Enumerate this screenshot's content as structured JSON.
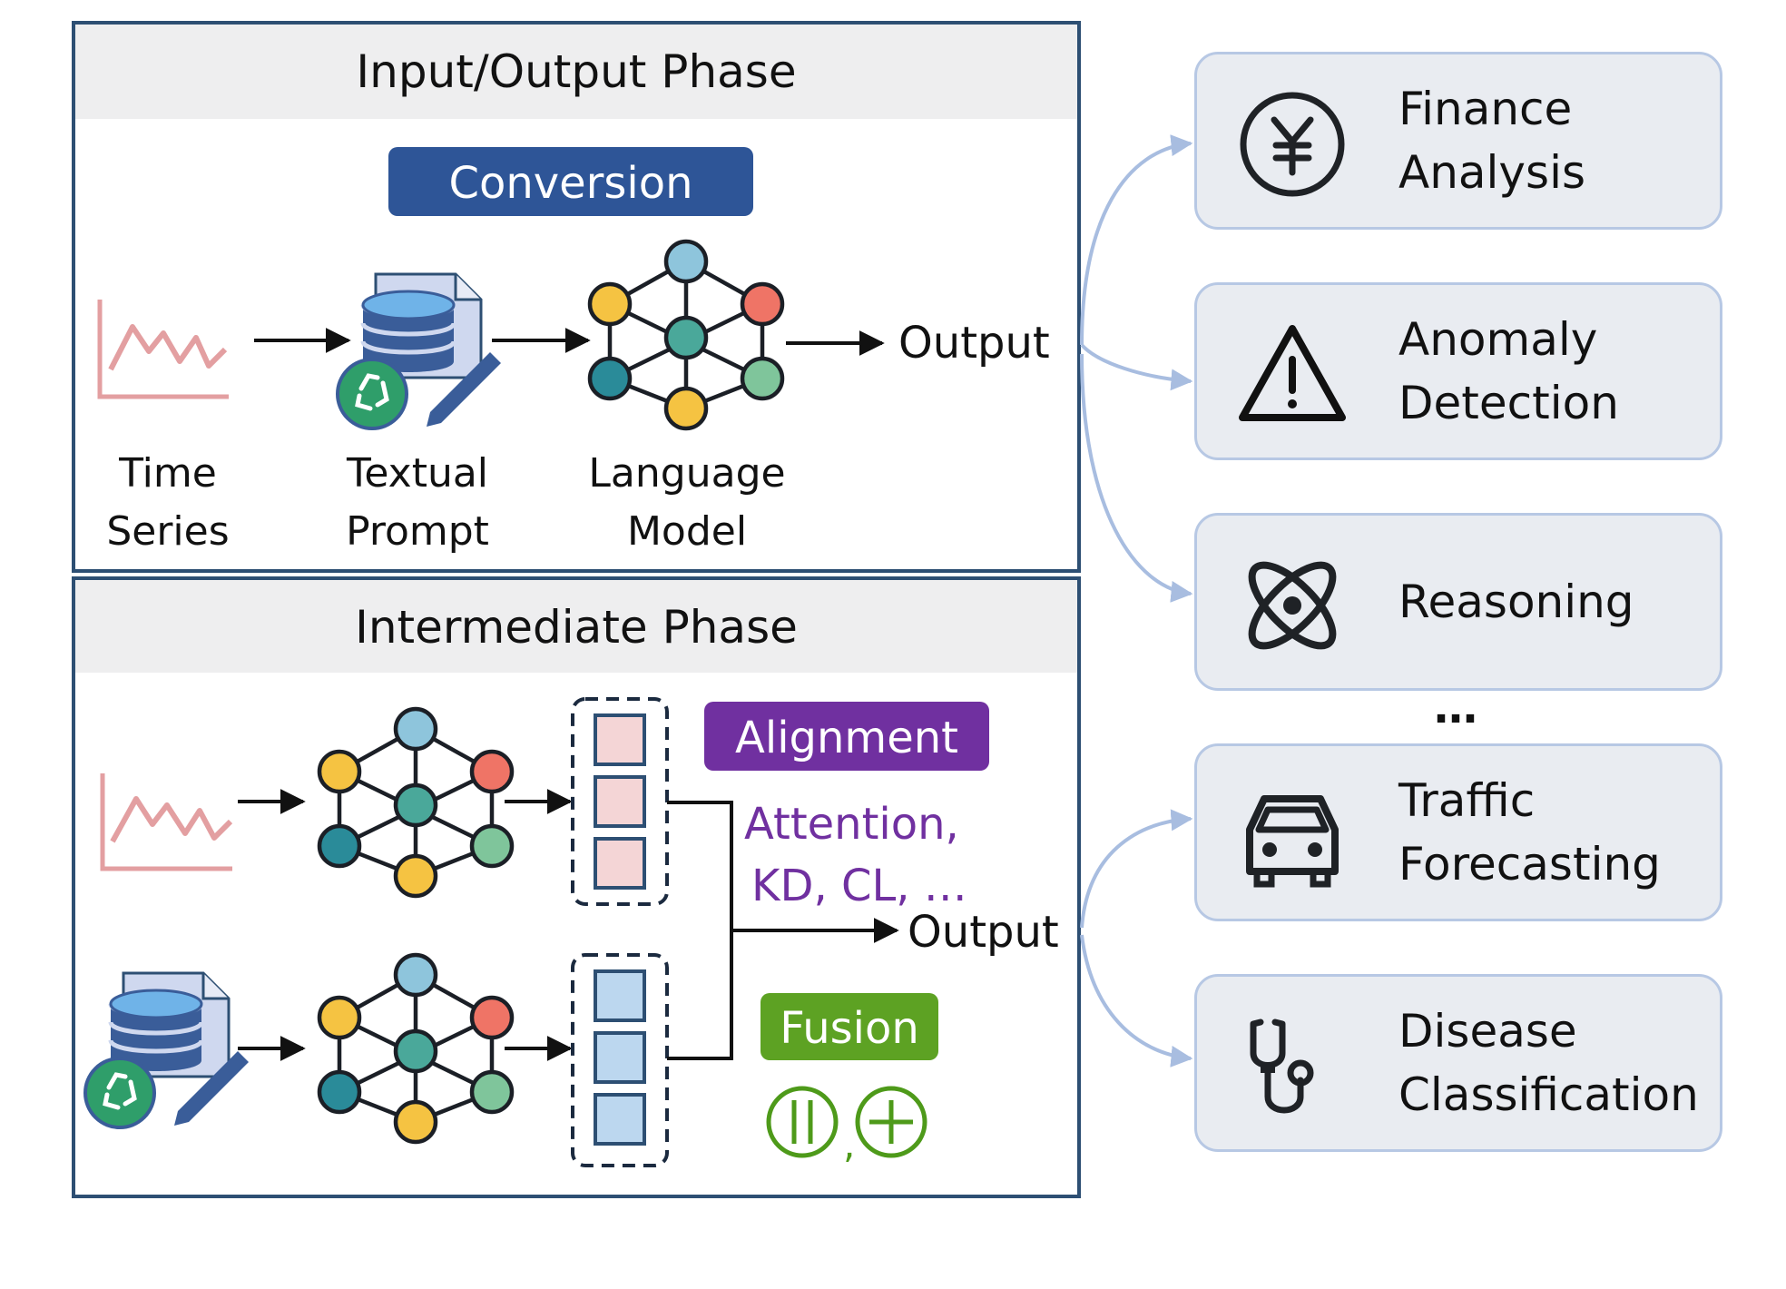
{
  "io_phase": {
    "title": "Input/Output Phase",
    "conversion_tag": "Conversion",
    "output_label": "Output",
    "nodes": [
      {
        "line1": "Time",
        "line2": "Series"
      },
      {
        "line1": "Textual",
        "line2": "Prompt"
      },
      {
        "line1": "Language",
        "line2": "Model"
      }
    ]
  },
  "intermediate_phase": {
    "title": "Intermediate Phase",
    "alignment_tag": "Alignment",
    "alignment_methods_line1": "Attention,",
    "alignment_methods_line2": "KD, CL, …",
    "output_label": "Output",
    "fusion_tag": "Fusion",
    "fusion_separator": ","
  },
  "applications": [
    {
      "line1": "Finance",
      "line2": "Analysis",
      "icon": "yen-coin-icon"
    },
    {
      "line1": "Anomaly",
      "line2": "Detection",
      "icon": "warning-triangle-icon"
    },
    {
      "line1": "Reasoning",
      "icon": "atom-icon"
    },
    {
      "line1": "Traffic",
      "line2": "Forecasting",
      "icon": "car-icon"
    },
    {
      "line1": "Disease",
      "line2": "Classification",
      "icon": "stethoscope-icon"
    }
  ],
  "ellipsis": "…",
  "colors": {
    "frame": "#2d4f73",
    "header_band": "#eeeeef",
    "conversion": "#2e5597",
    "alignment": "#7030a0",
    "fusion": "#5da223",
    "fusion_symbol": "#4e9a1a",
    "time_series_line": "#e39fa1",
    "arrow": "#111111",
    "app_border": "#b7c8e4",
    "app_fill": "#e9ecf1",
    "connector": "#a8bde0",
    "node_blue": "#8ec5dc",
    "node_yellow": "#f5c342",
    "node_red": "#ef7466",
    "node_teal": "#4aa89a",
    "node_dark_teal": "#2a8b99",
    "node_green": "#7fc59b",
    "token_pink": "#f4d5d6",
    "token_blue": "#bcd7ef"
  }
}
